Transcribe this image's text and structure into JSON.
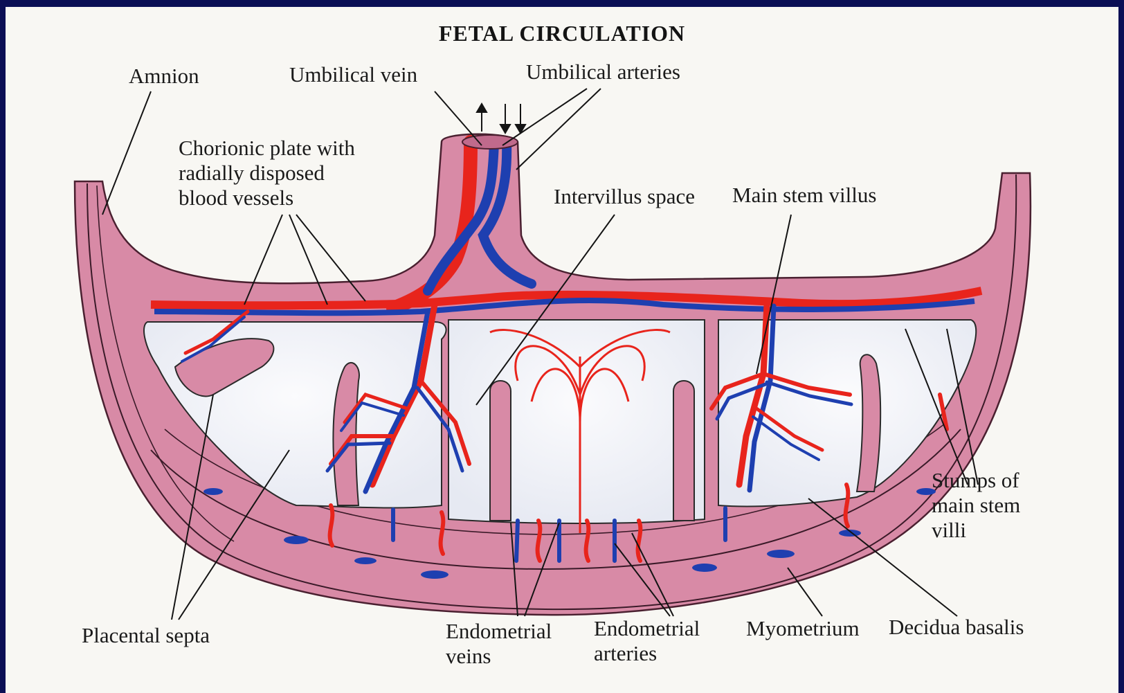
{
  "title": "FETAL CIRCULATION",
  "labels": {
    "amnion": "Amnion",
    "umbilical_vein": "Umbilical vein",
    "umbilical_arteries": "Umbilical arteries",
    "chorionic_plate": [
      "Chorionic plate with",
      "radially disposed",
      "blood vessels"
    ],
    "intervillus_space": "Intervillus space",
    "main_stem_villus": "Main stem villus",
    "stumps": [
      "Stumps of",
      "main stem",
      "villi"
    ],
    "placental_septa": "Placental  septa",
    "endometrial_veins": [
      "Endometrial",
      "veins"
    ],
    "endometrial_arteries": [
      "Endometrial",
      "arteries"
    ],
    "myometrium": "Myometrium",
    "decidua_basalis": "Decidua basalis"
  },
  "colors": {
    "frame": "#0b0f55",
    "background": "#f8f7f3",
    "tissue": "#d88aa6",
    "tissue_dark": "#c06a8c",
    "space": "#f3f4f6",
    "artery": "#e8241c",
    "vein": "#1e3fb0",
    "leader": "#141414"
  }
}
